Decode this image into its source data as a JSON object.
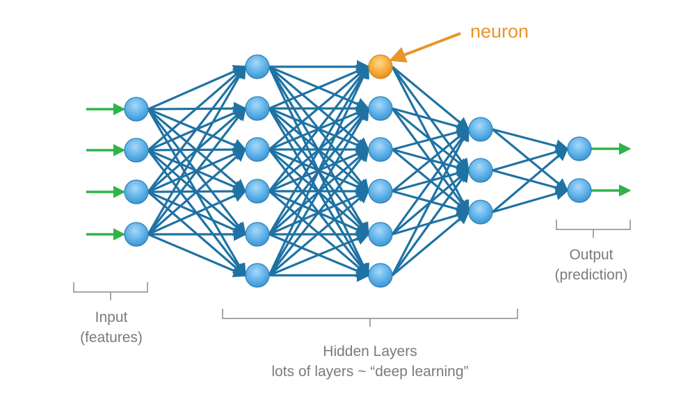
{
  "title": "Neural network diagram",
  "colors": {
    "edge": "#1f72a3",
    "node_fill": "#5fb2ea",
    "node_stroke": "#2a7fb5",
    "highlight_fill": "#f6ac3c",
    "highlight_stroke": "#d7891e",
    "io_arrow": "#2fb34a",
    "callout": "#e8952b",
    "bracket": "#8a8a8a"
  },
  "layers": [
    {
      "name": "input",
      "nodes": 4
    },
    {
      "name": "hidden-1",
      "nodes": 6
    },
    {
      "name": "hidden-2",
      "nodes": 6,
      "highlighted_node": 0
    },
    {
      "name": "hidden-3",
      "nodes": 3
    },
    {
      "name": "output",
      "nodes": 2
    }
  ],
  "callout": {
    "text": "neuron"
  },
  "labels": {
    "input": {
      "line1": "Input",
      "line2": "(features)"
    },
    "hidden": {
      "line1": "Hidden Layers",
      "line2": "lots of layers ~ “deep learning”"
    },
    "output": {
      "line1": "Output",
      "line2": "(prediction)"
    }
  }
}
